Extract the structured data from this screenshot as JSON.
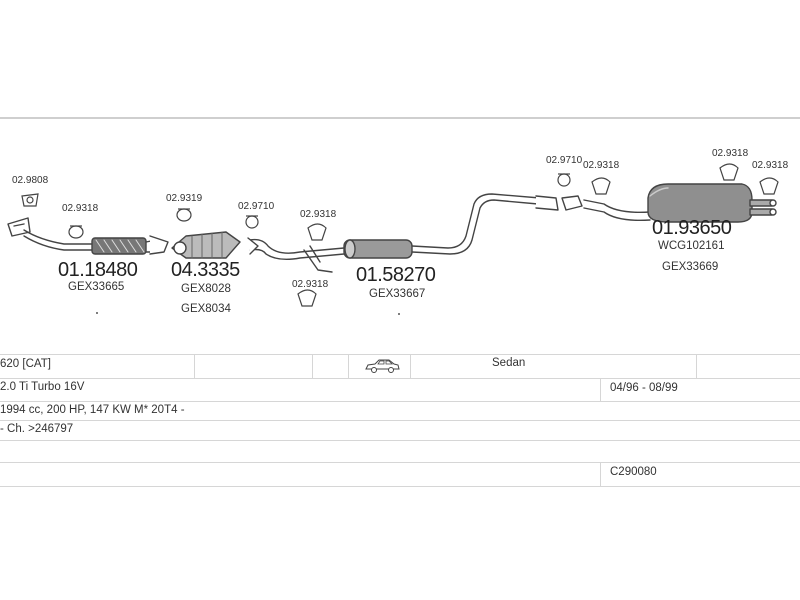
{
  "parts": [
    {
      "code": "01.18480",
      "refs": [
        "GEX33665"
      ]
    },
    {
      "code": "04.3335",
      "refs": [
        "GEX8028",
        "GEX8034"
      ]
    },
    {
      "code": "01.58270",
      "refs": [
        "GEX33667"
      ]
    },
    {
      "code": "01.93650",
      "refs": [
        "WCG102161",
        "GEX33669"
      ]
    }
  ],
  "fittings": {
    "f1": "02.9808",
    "f2": "02.9318",
    "f3": "02.9319",
    "f4": "02.9710",
    "f5": "02.9318",
    "f6": "02.9318",
    "f7": "02.9710",
    "f8": "02.9318",
    "f9": "02.9318",
    "f10": "02.9318"
  },
  "table": {
    "model": "620  [CAT]",
    "body_type": "Sedan",
    "engine": "2.0 Ti Turbo 16V",
    "years": "04/96 - 08/99",
    "spec": "1994 cc, 200 HP, 147 KW M* 20T4 -",
    "chassis": "- Ch. >246797",
    "code": "C290080"
  },
  "icons": {
    "body": "sedan-car-icon"
  }
}
